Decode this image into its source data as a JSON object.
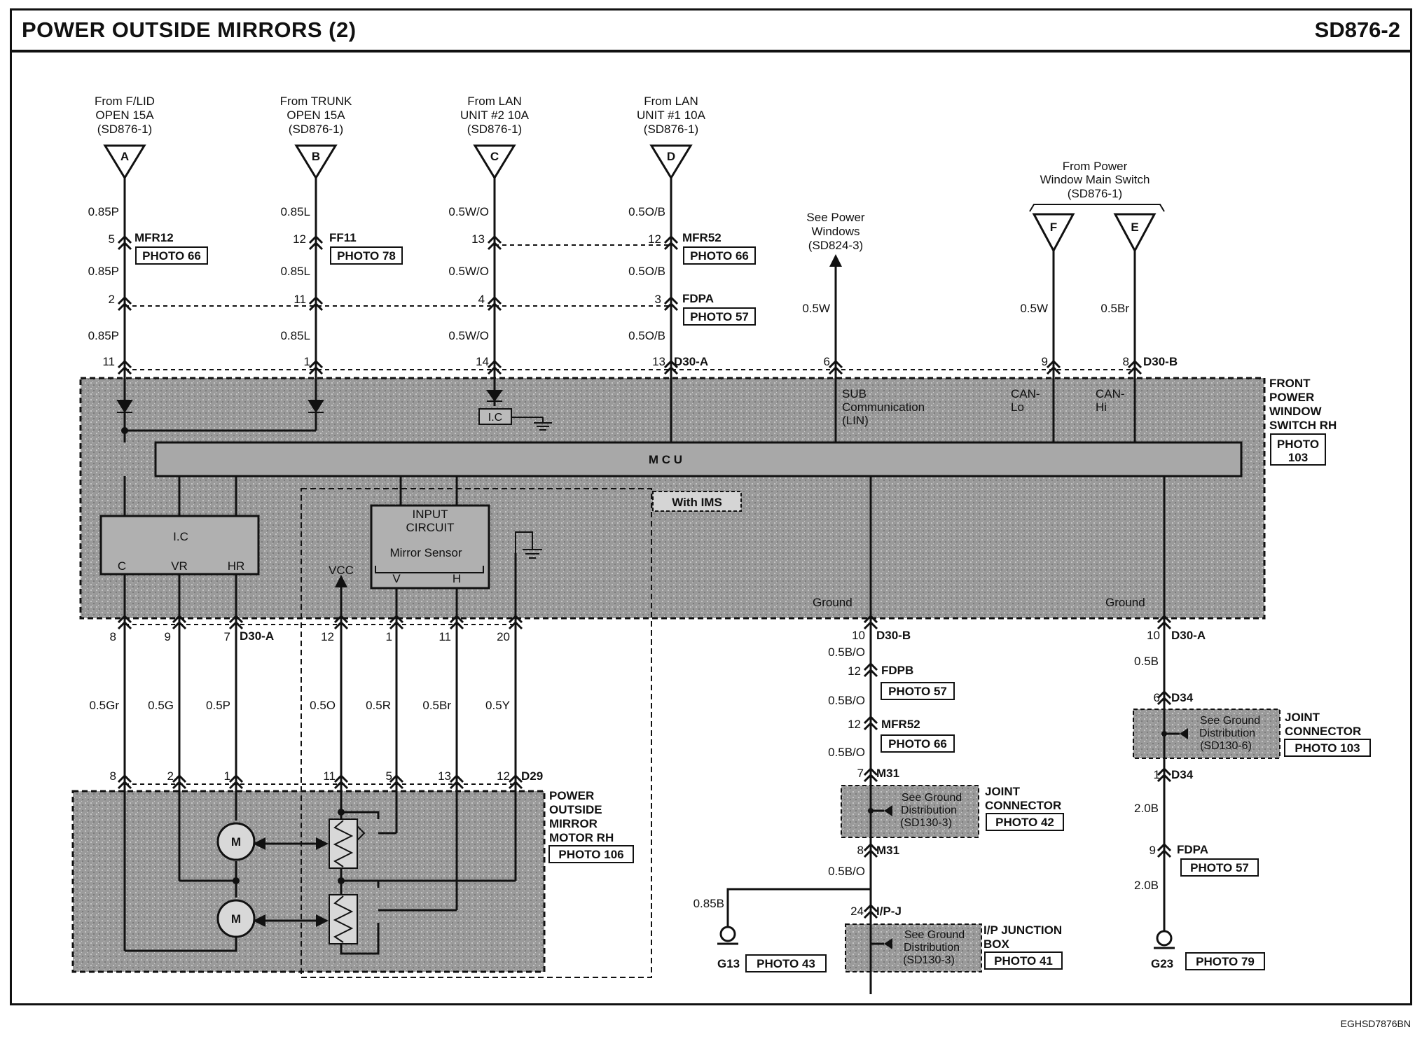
{
  "header": {
    "title": "POWER OUTSIDE MIRRORS (2)",
    "code": "SD876-2"
  },
  "footer": {
    "code": "EGHSD7876BN"
  },
  "sources": [
    {
      "letter": "A",
      "line1": "From F/LID",
      "line2": "OPEN 15A",
      "line3": "(SD876-1)"
    },
    {
      "letter": "B",
      "line1": "From TRUNK",
      "line2": "OPEN 15A",
      "line3": "(SD876-1)"
    },
    {
      "letter": "C",
      "line1": "From LAN",
      "line2": "UNIT #2 10A",
      "line3": "(SD876-1)"
    },
    {
      "letter": "D",
      "line1": "From LAN",
      "line2": "UNIT #1 10A",
      "line3": "(SD876-1)"
    }
  ],
  "power_window_source": {
    "line1": "From Power",
    "line2": "Window Main Switch",
    "line3": "(SD876-1)",
    "letter_f": "F",
    "letter_e": "E"
  },
  "see_power_windows": {
    "line1": "See Power",
    "line2": "Windows",
    "line3": "(SD824-3)"
  },
  "wires": {
    "a": "0.85P",
    "b": "0.85L",
    "c": "0.5W/O",
    "d": "0.5O/B",
    "sub": "0.5W",
    "canlo": "0.5W",
    "canhi": "0.5Br",
    "c_motor": "0.5Gr",
    "vr": "0.5G",
    "hr": "0.5P",
    "vcc": "0.5O",
    "v": "0.5R",
    "h": "0.5Br",
    "gnd20": "0.5Y",
    "gb": "0.5B/O",
    "ga": "0.5B",
    "ga2": "2.0B",
    "g13": "0.85B"
  },
  "connectors": {
    "mfr12": {
      "name": "MFR12",
      "photo": "PHOTO 66",
      "pin": "5"
    },
    "ff11": {
      "name": "FF11",
      "photo": "PHOTO 78",
      "pin": "12"
    },
    "c_pin13": "13",
    "mfr52": {
      "name": "MFR52",
      "photo": "PHOTO 66",
      "pin": "12"
    },
    "fdpa": {
      "name": "FDPA",
      "photo": "PHOTO 57",
      "pins": [
        "2",
        "11",
        "4",
        "3"
      ]
    },
    "d30a_top": {
      "name": "D30-A",
      "pins": [
        "11",
        "1",
        "14",
        "13"
      ]
    },
    "d30b_top": {
      "name": "D30-B",
      "pins": [
        "6",
        "9",
        "8"
      ]
    },
    "d30a_bottom": {
      "name": "D30-A",
      "pins": [
        "8",
        "9",
        "7"
      ]
    },
    "d30a_more": {
      "pins": [
        "12",
        "1",
        "11",
        "20"
      ]
    },
    "d29": {
      "name": "D29",
      "pins": [
        "8",
        "2",
        "1",
        "11",
        "5",
        "13",
        "12"
      ]
    },
    "d30b_gnd": {
      "name": "D30-B",
      "pin": "10"
    },
    "fdpb": {
      "name": "FDPB",
      "photo": "PHOTO 57",
      "pin": "12"
    },
    "mfr52_gnd": {
      "name": "MFR52",
      "photo": "PHOTO 66",
      "pin": "12"
    },
    "m31_top": {
      "name": "M31",
      "pin": "7"
    },
    "m31_bottom": {
      "name": "M31",
      "pin": "8"
    },
    "ipj": {
      "name": "I/P-J",
      "pin": "24"
    },
    "d30a_gnd": {
      "name": "D30-A",
      "pin": "10"
    },
    "d34_top": {
      "name": "D34",
      "pin": "6"
    },
    "d34_bottom": {
      "name": "D34",
      "pin": "1"
    },
    "fdpa_gnd": {
      "name": "FDPA",
      "photo": "PHOTO 57",
      "pin": "9"
    }
  },
  "switch_module": {
    "label_lines": [
      "FRONT",
      "POWER",
      "WINDOW",
      "SWITCH RH"
    ],
    "photo_line1": "PHOTO",
    "photo_line2": "103",
    "mcu": "M  C  U",
    "ic_small": "I.C",
    "ic": "I.C",
    "ic_pins": {
      "c": "C",
      "vr": "VR",
      "hr": "HR"
    },
    "input_circuit_line1": "INPUT",
    "input_circuit_line2": "CIRCUIT",
    "mirror_sensor": "Mirror Sensor",
    "sensor_v": "V",
    "sensor_h": "H",
    "vcc": "VCC",
    "with_ims": "With IMS",
    "sub_comm_line1": "SUB",
    "sub_comm_line2": "Communication",
    "sub_comm_line3": "(LIN)",
    "can_lo_line1": "CAN-",
    "can_lo_line2": "Lo",
    "can_hi_line1": "CAN-",
    "can_hi_line2": "Hi",
    "ground_left": "Ground",
    "ground_right": "Ground"
  },
  "mirror_motor": {
    "label_lines": [
      "POWER",
      "OUTSIDE",
      "MIRROR",
      "MOTOR RH"
    ],
    "photo": "PHOTO 106",
    "motor_symbol": "M"
  },
  "joints": {
    "m31": {
      "label_line1": "JOINT",
      "label_line2": "CONNECTOR",
      "photo": "PHOTO 42",
      "see1": "See Ground",
      "see2": "Distribution",
      "see3": "(SD130-3)"
    },
    "ipj": {
      "label_line1": "I/P JUNCTION",
      "label_line2": "BOX",
      "photo": "PHOTO 41",
      "see1": "See Ground",
      "see2": "Distribution",
      "see3": "(SD130-3)"
    },
    "d34": {
      "label_line1": "JOINT",
      "label_line2": "CONNECTOR",
      "photo": "PHOTO 103",
      "see1": "See Ground",
      "see2": "Distribution",
      "see3": "(SD130-6)"
    }
  },
  "grounds": {
    "g13": {
      "name": "G13",
      "photo": "PHOTO 43"
    },
    "g23": {
      "name": "G23",
      "photo": "PHOTO 79"
    }
  }
}
